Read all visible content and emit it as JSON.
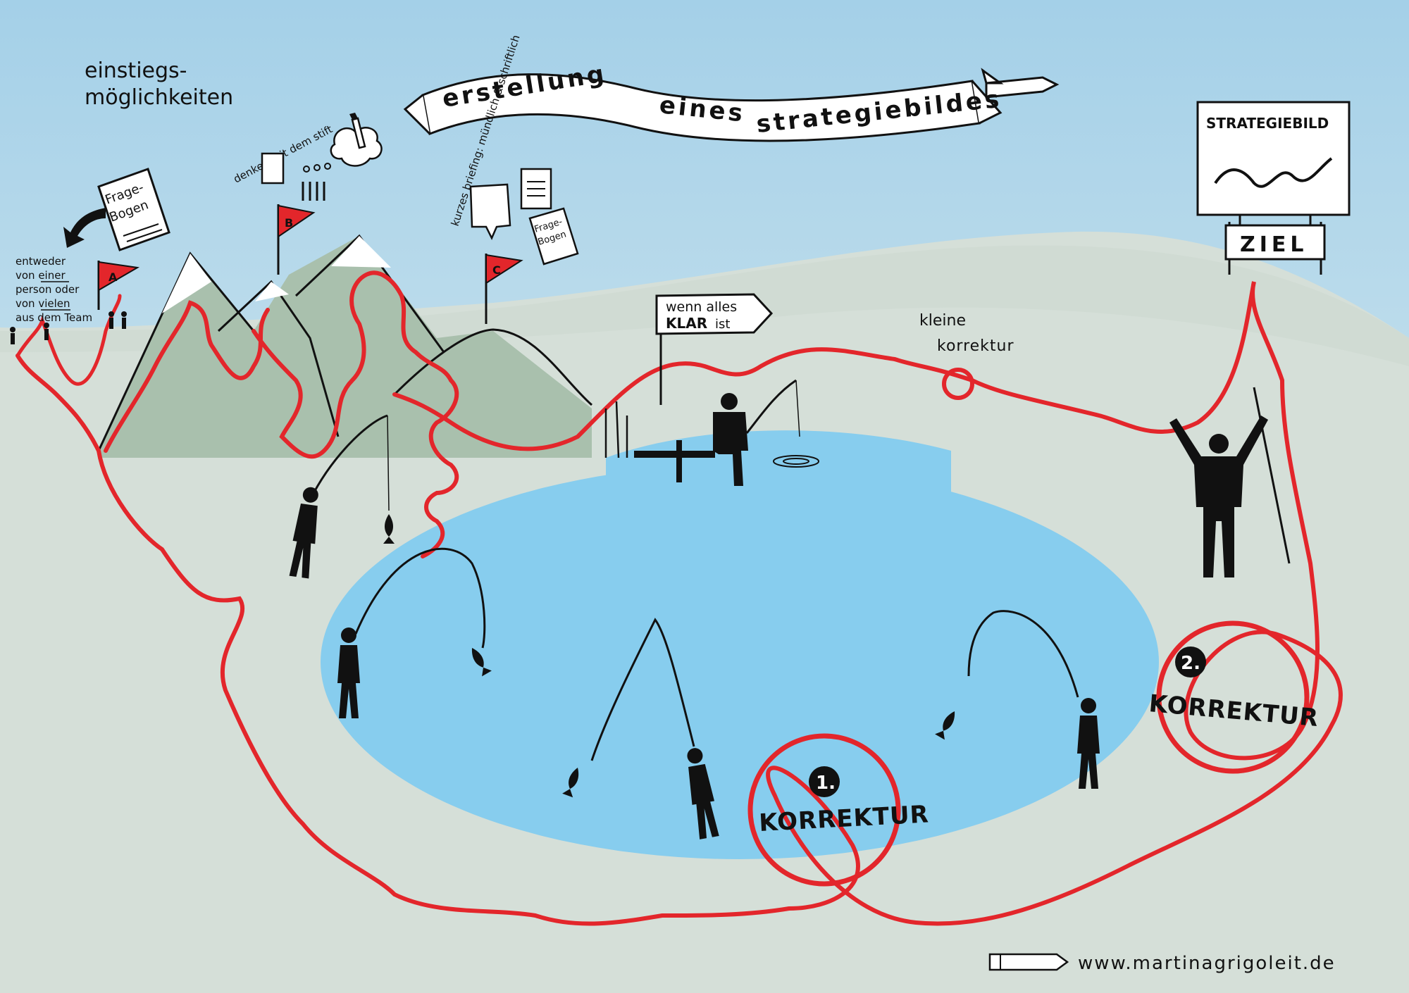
{
  "title": {
    "word1": "erstellung",
    "word2": "eines",
    "word3": "strategiebildes"
  },
  "entry": {
    "heading_line1": "einstiegs-",
    "heading_line2": "möglichkeiten",
    "note_line1": "entweder",
    "note_line2": "von einer",
    "note_line3": "person oder",
    "note_line4": "von vielen",
    "note_line5": "aus dem Team"
  },
  "flags": {
    "a": "A",
    "b": "B",
    "c": "C"
  },
  "questionnaire": {
    "line1": "Frage-",
    "line2": "Bogen"
  },
  "questionnaire_c": {
    "line1": "Frage-",
    "line2": "Bogen"
  },
  "thinking": {
    "label": "denken mit dem stift"
  },
  "briefing": {
    "label": "kurzes briefing: mündlich & schriftlich"
  },
  "sign": {
    "line1": "wenn alles",
    "line2_bold": "KLAR",
    "line2_rest": "ist"
  },
  "small_correction": {
    "line1": "kleine",
    "line2": "korrektur"
  },
  "correction1": {
    "number": "1.",
    "label": "KORREKTUR"
  },
  "correction2": {
    "number": "2.",
    "label": "KORREKTUR"
  },
  "goal": {
    "picture_label": "STRATEGIEBILD",
    "finish_label": "ZIEL"
  },
  "footer": {
    "url": "www.martinagrigoleit.de"
  },
  "colors": {
    "sky": "#a9d3ea",
    "ground": "#d5dfd8",
    "mountain": "#a9c0ad",
    "lake": "#87cdee",
    "path": "#e3262b",
    "ink": "#111111",
    "flag": "#e3262b"
  }
}
